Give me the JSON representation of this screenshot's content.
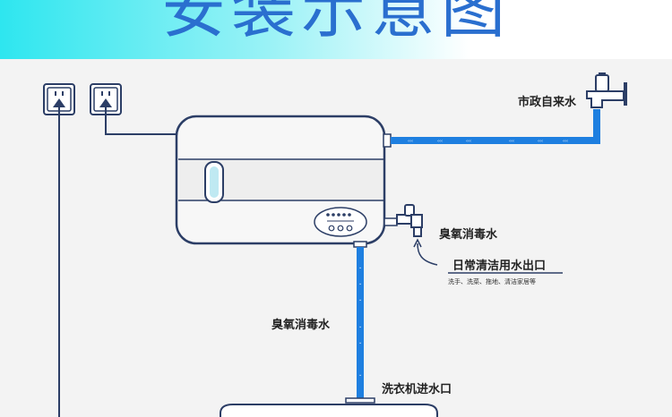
{
  "banner": {
    "title": "安装示意图"
  },
  "labels": {
    "tap_water": "市政自来水",
    "ozone_water_outlet": "臭氧消毒水",
    "daily_outlet": "日常清洁用水出口",
    "daily_outlet_uses": "洗手、洗菜、拖地、清洁家居等",
    "ozone_water_pipe": "臭氧消毒水",
    "washer_inlet": "洗衣机进水口"
  },
  "colors": {
    "water_pipe": "#1e7fe0",
    "outline": "#2c3e66",
    "accent_title": "#2a6fcf"
  },
  "icons": [
    "power-socket-icon",
    "power-socket-icon",
    "faucet-icon",
    "faucet-icon"
  ]
}
